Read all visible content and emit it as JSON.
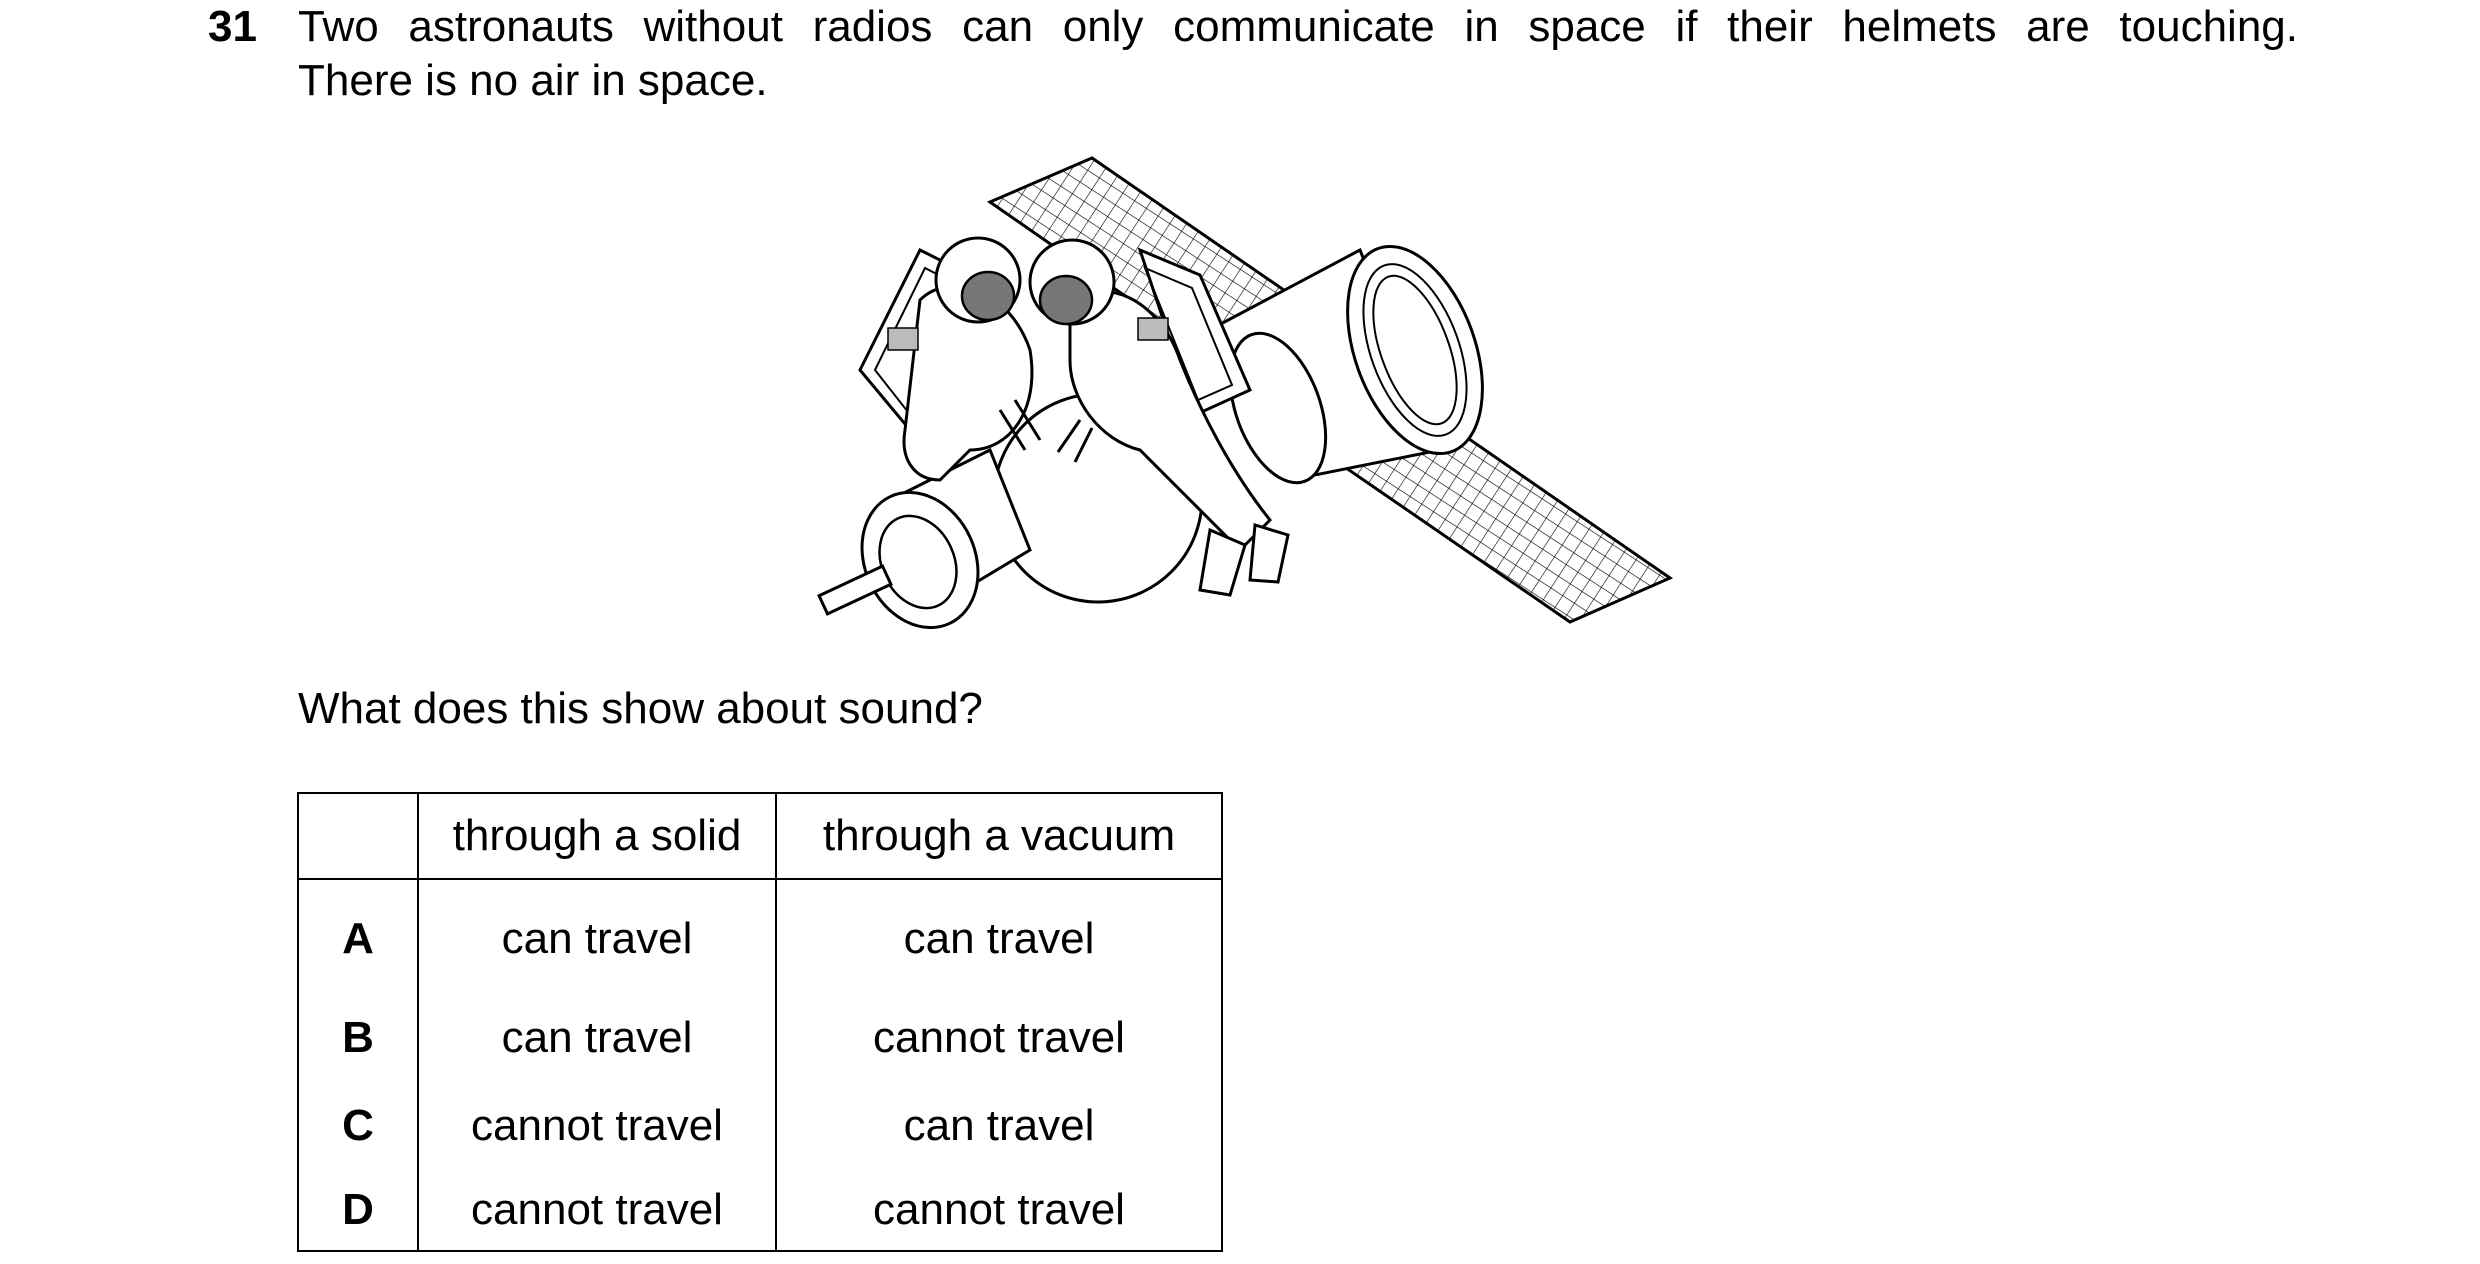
{
  "question": {
    "number": "31",
    "stem_line1": "Two astronauts without radios can only communicate in space if their helmets are touching.",
    "stem_line2": "There is no air in space.",
    "prompt": "What does this show about sound?"
  },
  "figure": {
    "description_icon": "astronauts-satellite-illustration"
  },
  "table": {
    "headers": [
      "",
      "through a solid",
      "through a vacuum"
    ],
    "rows": [
      {
        "letter": "A",
        "solid": "can travel",
        "vacuum": "can travel"
      },
      {
        "letter": "B",
        "solid": "can travel",
        "vacuum": "cannot travel"
      },
      {
        "letter": "C",
        "solid": "cannot travel",
        "vacuum": "can travel"
      },
      {
        "letter": "D",
        "solid": "cannot travel",
        "vacuum": "cannot travel"
      }
    ]
  }
}
